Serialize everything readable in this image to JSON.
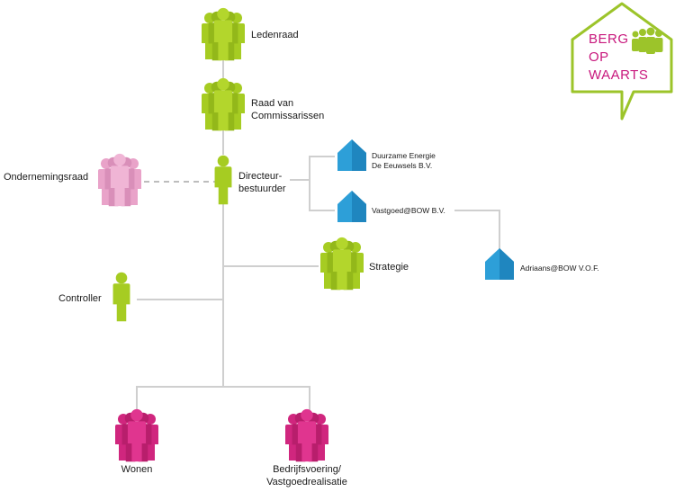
{
  "nodes": {
    "ledenraad": "Ledenraad",
    "raad_line1": "Raad van",
    "raad_line2": "Commissarissen",
    "directeur_line1": "Directeur-",
    "directeur_line2": "bestuurder",
    "ondernemingsraad": "Ondernemingsraad",
    "duurzame_line1": "Duurzame Energie",
    "duurzame_line2": "De Eeuwsels B.V.",
    "vastgoed": "Vastgoed@BOW B.V.",
    "adriaans": "Adriaans@BOW V.O.F.",
    "strategie": "Strategie",
    "controller": "Controller",
    "wonen": "Wonen",
    "bedrijfsvoering_line1": "Bedrijfsvoering/",
    "bedrijfsvoering_line2": "Vastgoedrealisatie"
  },
  "logo": {
    "line1": "BERG",
    "line2": "OP",
    "line3": "WAARTS"
  },
  "colors": {
    "green": "#a6cc22",
    "green_dark": "#85a813",
    "pink_light": "#e9a3c9",
    "pink_light_dark": "#d489b2",
    "magenta": "#d0267e",
    "magenta_dark": "#a81b63",
    "blue": "#2d9fd8",
    "blue_dark": "#1f7fb3",
    "logo_pink": "#c8187d",
    "logo_green": "#9cc42a",
    "connector": "#cfcfcf"
  }
}
